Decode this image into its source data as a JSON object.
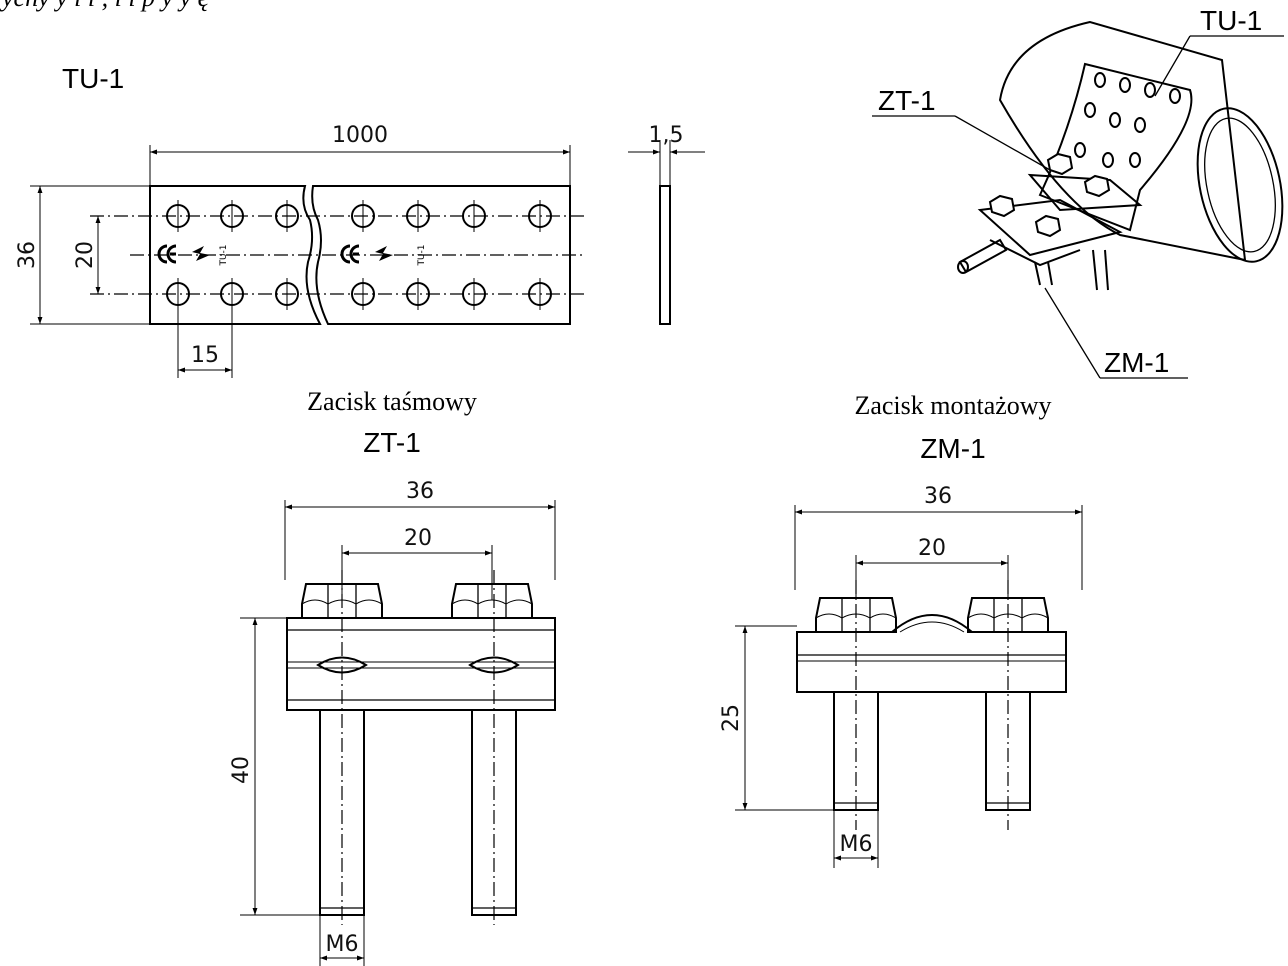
{
  "header": {
    "clipped_text": "ychy y   i i     , i i        p   y  y  ę"
  },
  "tu1": {
    "label": "TU-1",
    "dim_length": "1000",
    "dim_thickness": "1,5",
    "dim_width": "36",
    "dim_hole_spacing_v": "20",
    "dim_hole_spacing_h": "15",
    "strip_marking": "TU-1"
  },
  "assembly": {
    "label_tu1": "TU-1",
    "label_zt1": "ZT-1",
    "label_zm1": "ZM-1"
  },
  "zt1": {
    "caption": "Zacisk taśmowy",
    "label": "ZT-1",
    "dim_width": "36",
    "dim_bolt_spacing": "20",
    "dim_height": "40",
    "dim_thread": "M6"
  },
  "zm1": {
    "caption": "Zacisk montażowy",
    "label": "ZM-1",
    "dim_width": "36",
    "dim_bolt_spacing": "20",
    "dim_height": "25",
    "dim_thread": "M6"
  }
}
